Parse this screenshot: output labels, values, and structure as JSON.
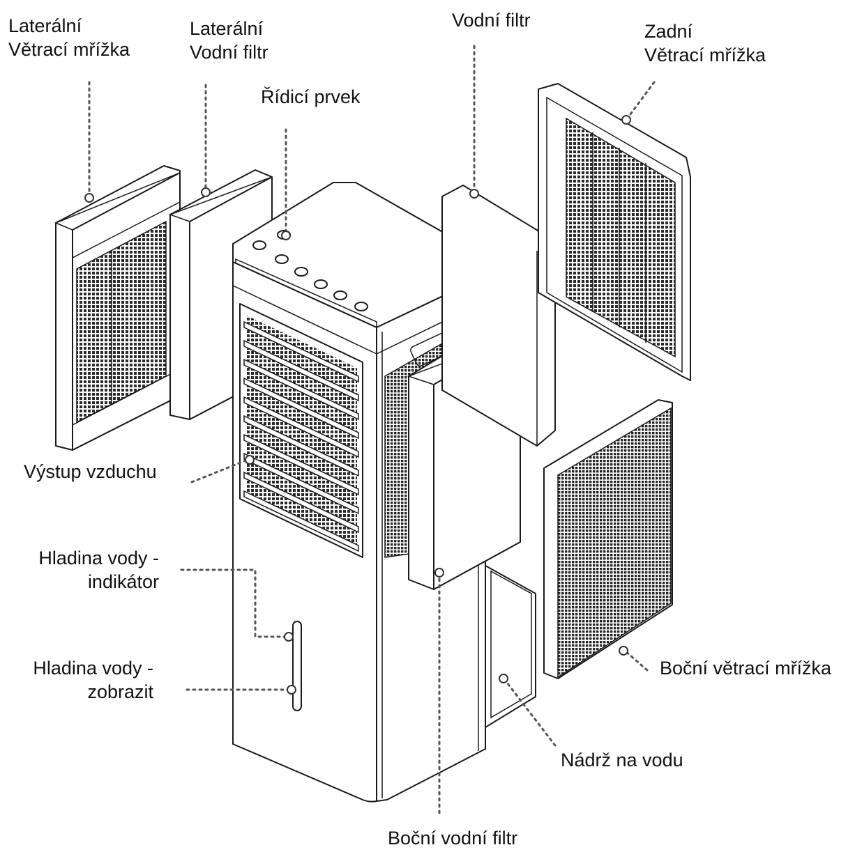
{
  "labels": {
    "lateral_grille": [
      "Laterální",
      "Větrací mřížka"
    ],
    "lateral_filter": [
      "Laterální",
      "Vodní filtr"
    ],
    "control": "Řídicí prvek",
    "water_filter": "Vodní filtr",
    "rear_grille": [
      "Zadní",
      "Větrací mřížka"
    ],
    "air_outlet": "Výstup vzduchu",
    "water_level_indicator": [
      "Hladina vody -",
      "indikátor"
    ],
    "water_level_display": [
      "Hladina vody -",
      "zobrazit"
    ],
    "side_grille": "Boční větrací mřížka",
    "water_tank": "Nádrž na vodu",
    "side_water_filter": "Boční vodní filtr"
  },
  "colors": {
    "line": "#1a1a1a",
    "leader": "#555555",
    "mesh": "#2b2b2b",
    "background": "#ffffff"
  }
}
